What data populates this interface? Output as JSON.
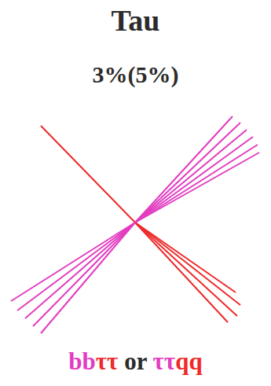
{
  "diagram": {
    "title": "Tau",
    "labels": [
      "3%(5%)",
      "bb",
      "ττ",
      "or",
      "ττ",
      "qq"
    ]
  }
}
